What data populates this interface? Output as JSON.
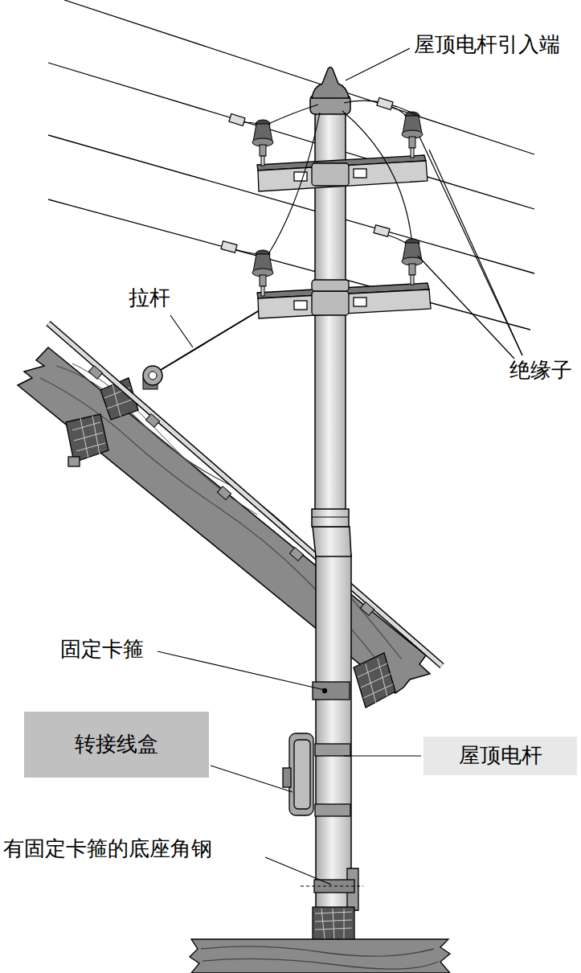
{
  "diagram": {
    "nodes": [
      {
        "text": [
          "转接线盒"
        ]
      },
      {
        "text": [
          "屋顶电杆"
        ]
      }
    ],
    "labels": [
      "屋顶电杆引入端",
      "拉杆",
      "绝缘子",
      "固定卡箍",
      "有固定卡箍的底座角钢"
    ]
  }
}
